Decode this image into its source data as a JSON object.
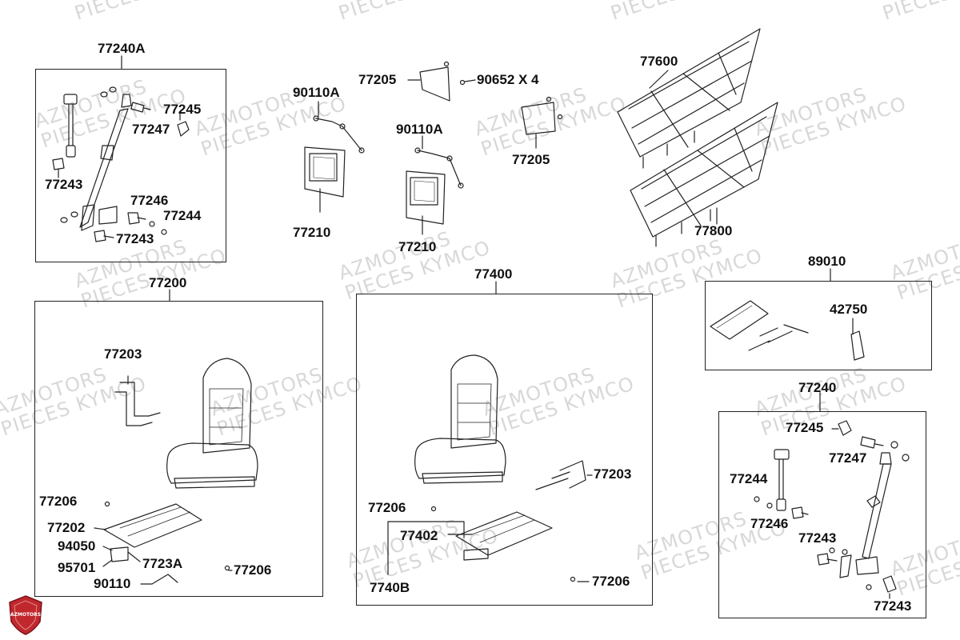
{
  "watermark": {
    "line1": "AZMOTORS",
    "line2": "PIECES KYMCO",
    "partial": "PIECES"
  },
  "logo": {
    "text": "AZMOTORS",
    "color": "#c0282d"
  },
  "groups": [
    {
      "id": "77240A",
      "label": "77240A"
    },
    {
      "id": "77200",
      "label": "77200"
    },
    {
      "id": "77400",
      "label": "77400"
    },
    {
      "id": "89010",
      "label": "89010"
    },
    {
      "id": "77240",
      "label": "77240"
    }
  ],
  "labels": {
    "a_77245": "77245",
    "a_77247": "77247",
    "a_77243_top": "77243",
    "a_77246": "77246",
    "a_77244": "77244",
    "a_77243_bot": "77243",
    "c_90110A_1": "90110A",
    "c_77205_1": "77205",
    "c_90652": "90652 X 4",
    "c_90110A_2": "90110A",
    "c_77205_2": "77205",
    "c_77210_1": "77210",
    "c_77210_2": "77210",
    "d_77600": "77600",
    "d_77800": "77800",
    "s_77203": "77203",
    "s_77206_1": "77206",
    "s_77202": "77202",
    "s_94050": "94050",
    "s_95701": "95701",
    "s_7723A": "7723A",
    "s_90110": "90110",
    "s_77206_2": "77206",
    "r_77203": "77203",
    "r_77206_1": "77206",
    "r_77402": "77402",
    "r_7740B": "7740B",
    "r_77206_2": "77206",
    "t_42750": "42750",
    "b_77245": "77245",
    "b_77247": "77247",
    "b_77244": "77244",
    "b_77246": "77246",
    "b_77243_1": "77243",
    "b_77243_2": "77243"
  }
}
